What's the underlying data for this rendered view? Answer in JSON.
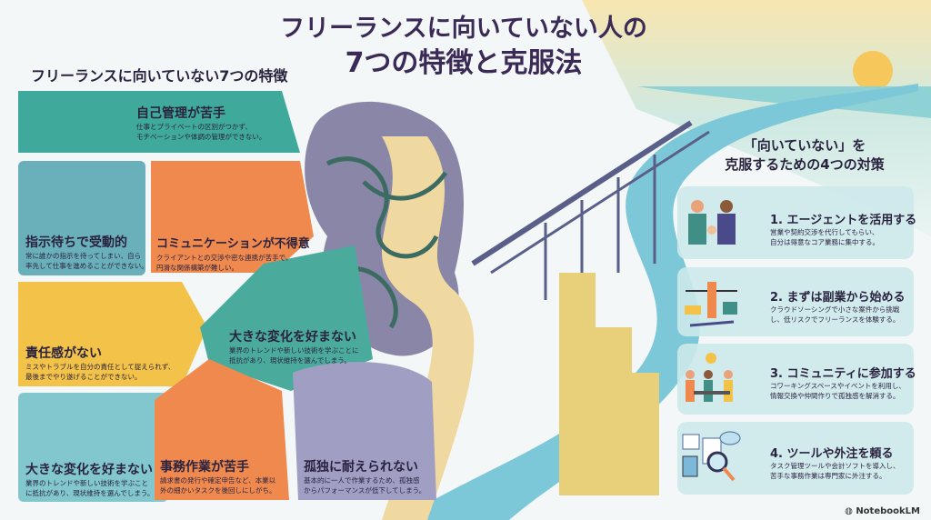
{
  "title": {
    "line1": "フリーランスに向いていない人の",
    "line2": "7つの特徴と克服法"
  },
  "traits": {
    "heading": "フリーランスに向いていない7つの特徴",
    "items": [
      {
        "title": "自己管理が苦手",
        "desc1": "仕事とプライベートの区別がつかず、",
        "desc2": "モチベーションや体調の管理ができない。",
        "color": "#3fa99b"
      },
      {
        "title": "指示待ちで受動的",
        "desc1": "常に誰かの指示を待ってしまい、自ら",
        "desc2": "率先して仕事を進めることができない。",
        "color": "#6ab0ba"
      },
      {
        "title": "コミュニケーションが不得意",
        "desc1": "クライアントとの交渉や密な連携が苦手で、",
        "desc2": "円滑な関係構築が難しい。",
        "color": "#f0894e"
      },
      {
        "title": "責任感がない",
        "desc1": "ミスやトラブルを自分の責任として捉えられず、",
        "desc2": "最後までやり遂げることができない。",
        "color": "#f3c248"
      },
      {
        "title": "大きな変化を好まない",
        "desc1": "業界のトレンドや新しい技術を学ぶことに",
        "desc2": "抵抗があり、現状維持を選んでしまう。",
        "color": "#4aab9d"
      },
      {
        "title": "大きな変化を好まない",
        "desc1": "業界のトレンドや新しい技術を学ぶこと",
        "desc2": "に抵抗があり、現状維持を選んでしまう。",
        "color": "#82c7cd"
      },
      {
        "title": "事務作業が苦手",
        "desc1": "請求書の発行や確定申告など、本業以",
        "desc2": "外の細かいタスクを後回しにしがち。",
        "color": "#f0894e"
      },
      {
        "title": "孤独に耐えられない",
        "desc1": "基本的に一人で作業するため、孤独感",
        "desc2": "からパフォーマンスが低下してしまう。",
        "color": "#a09fc3"
      }
    ]
  },
  "solutions": {
    "heading1": "「向いていない」を",
    "heading2": "克服するための4つの対策",
    "items": [
      {
        "title": "1. エージェントを活用する",
        "desc1": "営業や契約交渉を代行してもらい、",
        "desc2": "自分は得意なコア業務に集中する。",
        "icon": "handshake-icon"
      },
      {
        "title": "2. まずは副業から始める",
        "desc1": "クラウドソーシングで小さな案件から挑戦",
        "desc2": "し、低リスクでフリーランスを体験する。",
        "icon": "balance-scale-icon"
      },
      {
        "title": "3. コミュニティに参加する",
        "desc1": "コワーキングスペースやイベントを利用し、",
        "desc2": "情報交換や仲間作りで孤独感を解消する。",
        "icon": "community-icon"
      },
      {
        "title": "4. ツールや外注を頼る",
        "desc1": "タスク管理ツールや会計ソフトを導入し、",
        "desc2": "苦手な事務作業は専門家に外注する。",
        "icon": "tools-icon"
      }
    ]
  },
  "brand": "NotebookLM",
  "colors": {
    "title": "#3a2a55",
    "sky": "#bfe3e0",
    "sun": "#f6c75a",
    "river": "#7cc8d8",
    "bridge": "#5a5f8a"
  }
}
